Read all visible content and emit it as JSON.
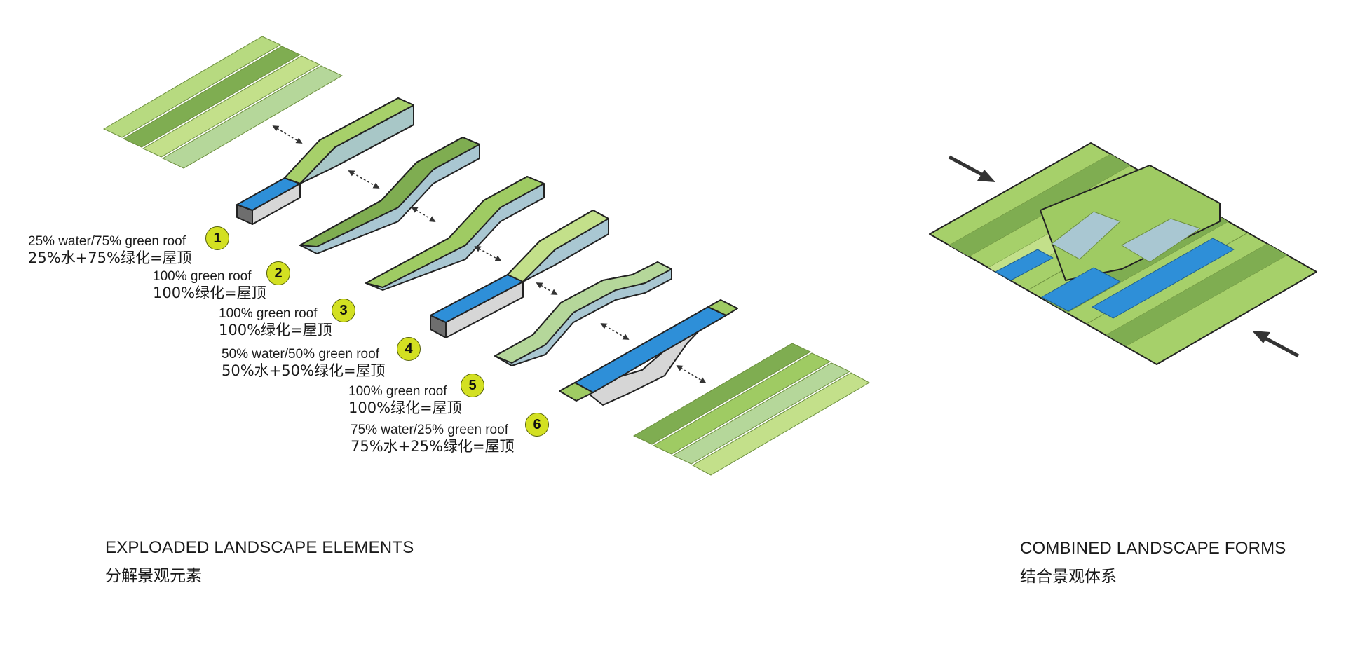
{
  "elements": [
    {
      "number": "1",
      "label_en": "25% water/75% green roof",
      "label_zh": "25%水+75%绿化=屋顶"
    },
    {
      "number": "2",
      "label_en": "100% green roof",
      "label_zh": "100%绿化=屋顶"
    },
    {
      "number": "3",
      "label_en": "100% green roof",
      "label_zh": "100%绿化=屋顶"
    },
    {
      "number": "4",
      "label_en": "50% water/50% green roof",
      "label_zh": "50%水+50%绿化=屋顶"
    },
    {
      "number": "5",
      "label_en": "100% green roof",
      "label_zh": "100%绿化=屋顶"
    },
    {
      "number": "6",
      "label_en": "75% water/25% green roof",
      "label_zh": "75%水+25%绿化=屋顶"
    }
  ],
  "captions": {
    "exploded_en": "EXPLOADED LANDSCAPE ELEMENTS",
    "exploded_zh": "分解景观元素",
    "combined_en": "COMBINED LANDSCAPE FORMS",
    "combined_zh": "结合景观体系"
  },
  "colors": {
    "water": "#2e8fd8",
    "green_light": "#c3e08a",
    "green_mid": "#9fcb63",
    "green_dark": "#7fad51",
    "green_pale": "#b5d79a",
    "side_face": "#a9c7d2",
    "badge": "#d3e022"
  }
}
